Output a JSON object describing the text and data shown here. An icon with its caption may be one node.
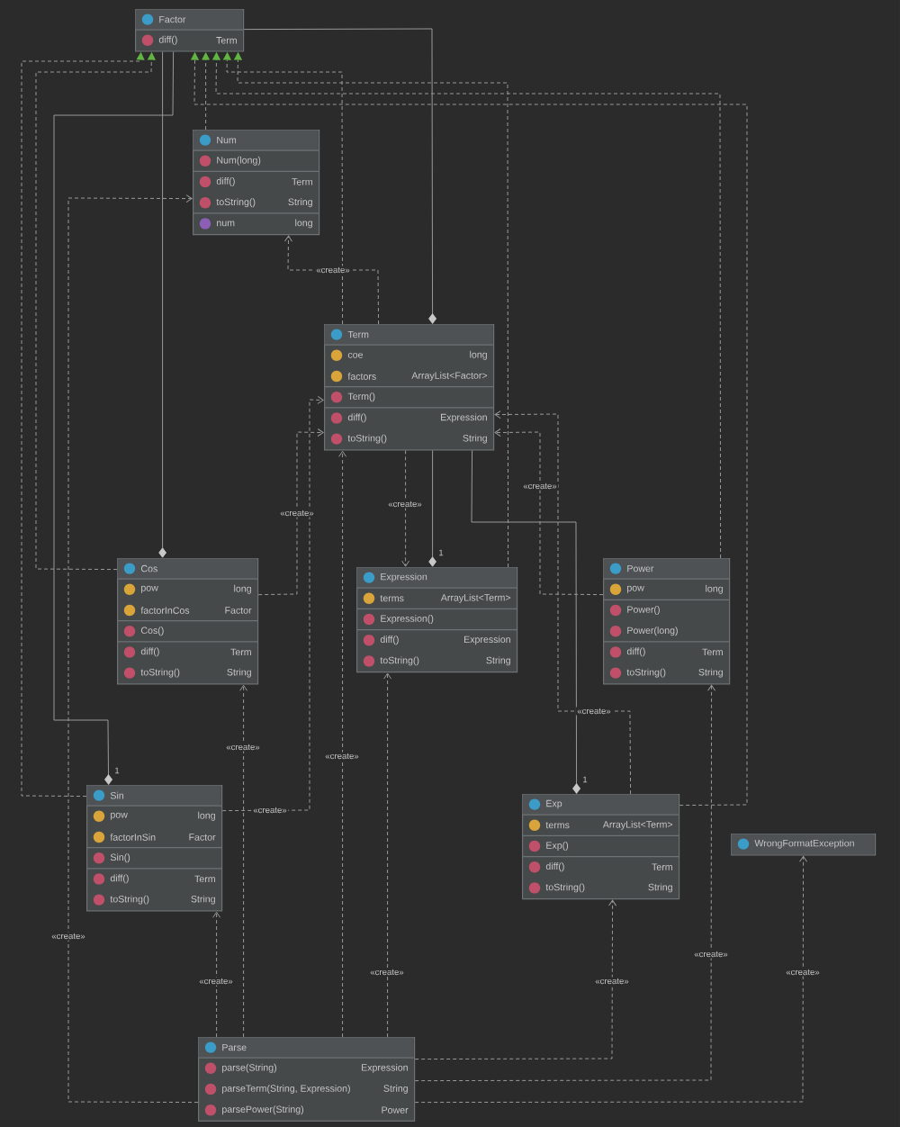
{
  "diagram": {
    "nodes": [
      {
        "text": [
          "Factor",
          "diff()",
          "Term"
        ]
      },
      {
        "text": [
          "Num",
          "Num(long)",
          "diff()",
          "Term",
          "toString()",
          "String",
          "num",
          "long"
        ]
      },
      {
        "text": [
          "Term",
          "coe",
          "long",
          "factors",
          "ArrayList<Factor>",
          "Term()",
          "diff()",
          "Expression",
          "toString()",
          "String"
        ]
      },
      {
        "text": [
          "Cos",
          "pow",
          "long",
          "factorInCos",
          "Factor",
          "Cos()",
          "diff()",
          "Term",
          "toString()",
          "String"
        ]
      },
      {
        "text": [
          "Expression",
          "terms",
          "ArrayList<Term>",
          "Expression()",
          "diff()",
          "Expression",
          "toString()",
          "String"
        ]
      },
      {
        "text": [
          "Power",
          "pow",
          "long",
          "Power()",
          "Power(long)",
          "diff()",
          "Term",
          "toString()",
          "String"
        ]
      },
      {
        "text": [
          "Sin",
          "pow",
          "long",
          "factorInSin",
          "Factor",
          "Sin()",
          "diff()",
          "Term",
          "toString()",
          "String"
        ]
      },
      {
        "text": [
          "Exp",
          "terms",
          "ArrayList<Term>",
          "Exp()",
          "diff()",
          "Term",
          "toString()",
          "String"
        ]
      },
      {
        "text": [
          "WrongFormatException"
        ]
      },
      {
        "text": [
          "Parse",
          "parse(String)",
          "Expression",
          "parseTerm(String, Expression)",
          "String",
          "parsePower(String)",
          "Power"
        ]
      }
    ],
    "edges": [
      {
        "from": 1,
        "to": 0,
        "arrow": "to",
        "style": "dashed"
      },
      {
        "from": 2,
        "to": 0,
        "arrow": "to",
        "style": "dashed"
      },
      {
        "from": 4,
        "to": 0,
        "arrow": "to",
        "style": "dashed"
      },
      {
        "from": 5,
        "to": 0,
        "arrow": "to",
        "style": "dashed"
      },
      {
        "from": 7,
        "to": 0,
        "arrow": "to",
        "style": "dashed"
      },
      {
        "from": 3,
        "to": 0,
        "arrow": "to",
        "style": "dashed"
      },
      {
        "from": 6,
        "to": 0,
        "arrow": "to",
        "style": "dashed"
      },
      {
        "from": 2,
        "to": 0,
        "arrow": "other"
      },
      {
        "from": 3,
        "to": 0,
        "arrow": "other"
      },
      {
        "from": 6,
        "to": 0,
        "arrow": "other",
        "label": "1"
      },
      {
        "from": 4,
        "to": 2,
        "arrow": "other",
        "label": "1"
      },
      {
        "from": 7,
        "to": 2,
        "arrow": "other",
        "label": "1"
      },
      {
        "from": 9,
        "to": 4,
        "arrow": "to",
        "style": "dashed",
        "label": "«create»"
      },
      {
        "from": 9,
        "to": 2,
        "arrow": "to",
        "style": "dashed",
        "label": "«create»"
      },
      {
        "from": 9,
        "to": 5,
        "arrow": "to",
        "style": "dashed",
        "label": "«create»"
      },
      {
        "from": 9,
        "to": 7,
        "arrow": "to",
        "style": "dashed",
        "label": "«create»"
      },
      {
        "from": 9,
        "to": 8,
        "arrow": "to",
        "style": "dashed",
        "label": "«create»"
      },
      {
        "from": 9,
        "to": 6,
        "arrow": "to",
        "style": "dashed",
        "label": "«create»"
      },
      {
        "from": 9,
        "to": 3,
        "arrow": "to",
        "style": "dashed",
        "label": "«create»"
      },
      {
        "from": 9,
        "to": 1,
        "arrow": "to",
        "style": "dashed",
        "label": "«create»"
      },
      {
        "from": 2,
        "to": 1,
        "arrow": "to",
        "style": "dashed",
        "label": "«create»"
      },
      {
        "from": 2,
        "to": 4,
        "arrow": "to",
        "style": "dashed",
        "label": "«create»"
      },
      {
        "from": 3,
        "to": 2,
        "arrow": "to",
        "style": "dashed",
        "label": "«create»"
      },
      {
        "from": 5,
        "to": 2,
        "arrow": "to",
        "style": "dashed",
        "label": "«create»"
      },
      {
        "from": 6,
        "to": 2,
        "arrow": "to",
        "style": "dashed",
        "label": "«create»"
      },
      {
        "from": 7,
        "to": 2,
        "arrow": "to",
        "style": "dashed",
        "label": "«create»"
      }
    ]
  }
}
